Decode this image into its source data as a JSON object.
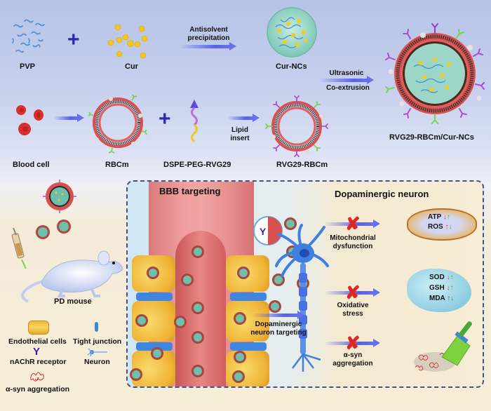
{
  "top_row": {
    "pvp_label": "PVP",
    "cur_label": "Cur",
    "step1_arrow_label_line1": "Antisolvent",
    "step1_arrow_label_line2": "precipitation",
    "cur_ncs_label": "Cur-NCs",
    "step3_arrow_label_line1": "Ultrasonic",
    "step3_arrow_label_line2": "Co-extrusion",
    "final_product_label": "RVG29-RBCm/Cur-NCs"
  },
  "second_row": {
    "blood_cell_label": "Blood cell",
    "rbcm_label": "RBCm",
    "dspe_label": "DSPE-PEG-RVG29",
    "step2_arrow_label_line1": "Lipid",
    "step2_arrow_label_line2": "insert",
    "rvg29_rbcm_label": "RVG29-RBCm"
  },
  "mouse": {
    "label": "PD mouse"
  },
  "legend": {
    "items": [
      {
        "icon": "endothelial-cell-icon",
        "label": "Endothelial cells"
      },
      {
        "icon": "tight-junction-icon",
        "label": "Tight junction"
      },
      {
        "icon": "nachr-receptor-icon",
        "label": "nAChR receptor"
      },
      {
        "icon": "neuron-icon",
        "label": "Neuron"
      },
      {
        "icon": "alpha-syn-aggregation-icon",
        "label": "α-syn aggregation"
      }
    ]
  },
  "panel": {
    "bbb_title": "BBB targeting",
    "neuron_title": "Dopaminergic neuron",
    "neuron_targeting_line1": "Dopaminergic",
    "neuron_targeting_line2": "neuron targeting",
    "effects": [
      {
        "label_line1": "Mitochondrial",
        "label_line2": "dysfunction",
        "markers": [
          {
            "name": "ATP",
            "disease": "down",
            "treated": "up"
          },
          {
            "name": "ROS",
            "disease": "up",
            "treated": "down"
          }
        ]
      },
      {
        "label_line1": "Oxidative",
        "label_line2": "stress",
        "markers": [
          {
            "name": "SOD",
            "disease": "down",
            "treated": "up"
          },
          {
            "name": "GSH",
            "disease": "down",
            "treated": "up"
          },
          {
            "name": "MDA",
            "disease": "up",
            "treated": "down"
          }
        ]
      },
      {
        "label_line1": "α-syn",
        "label_line2": "aggregation",
        "markers": []
      }
    ]
  },
  "symbols": {
    "plus": "+",
    "x": "✘",
    "up_arrow": "↑",
    "down_arrow": "↓"
  },
  "colors": {
    "arrow_blue": "#5a62e8",
    "inhibit_red": "#e02525",
    "increase_green": "#2bb02b",
    "decrease_red": "#e03535",
    "membrane_red": "#d9514e",
    "curcumin_yellow": "#f2c81e",
    "nanocrystal_teal": "#8fd3c4",
    "neuron_blue": "#3f7fe0"
  }
}
